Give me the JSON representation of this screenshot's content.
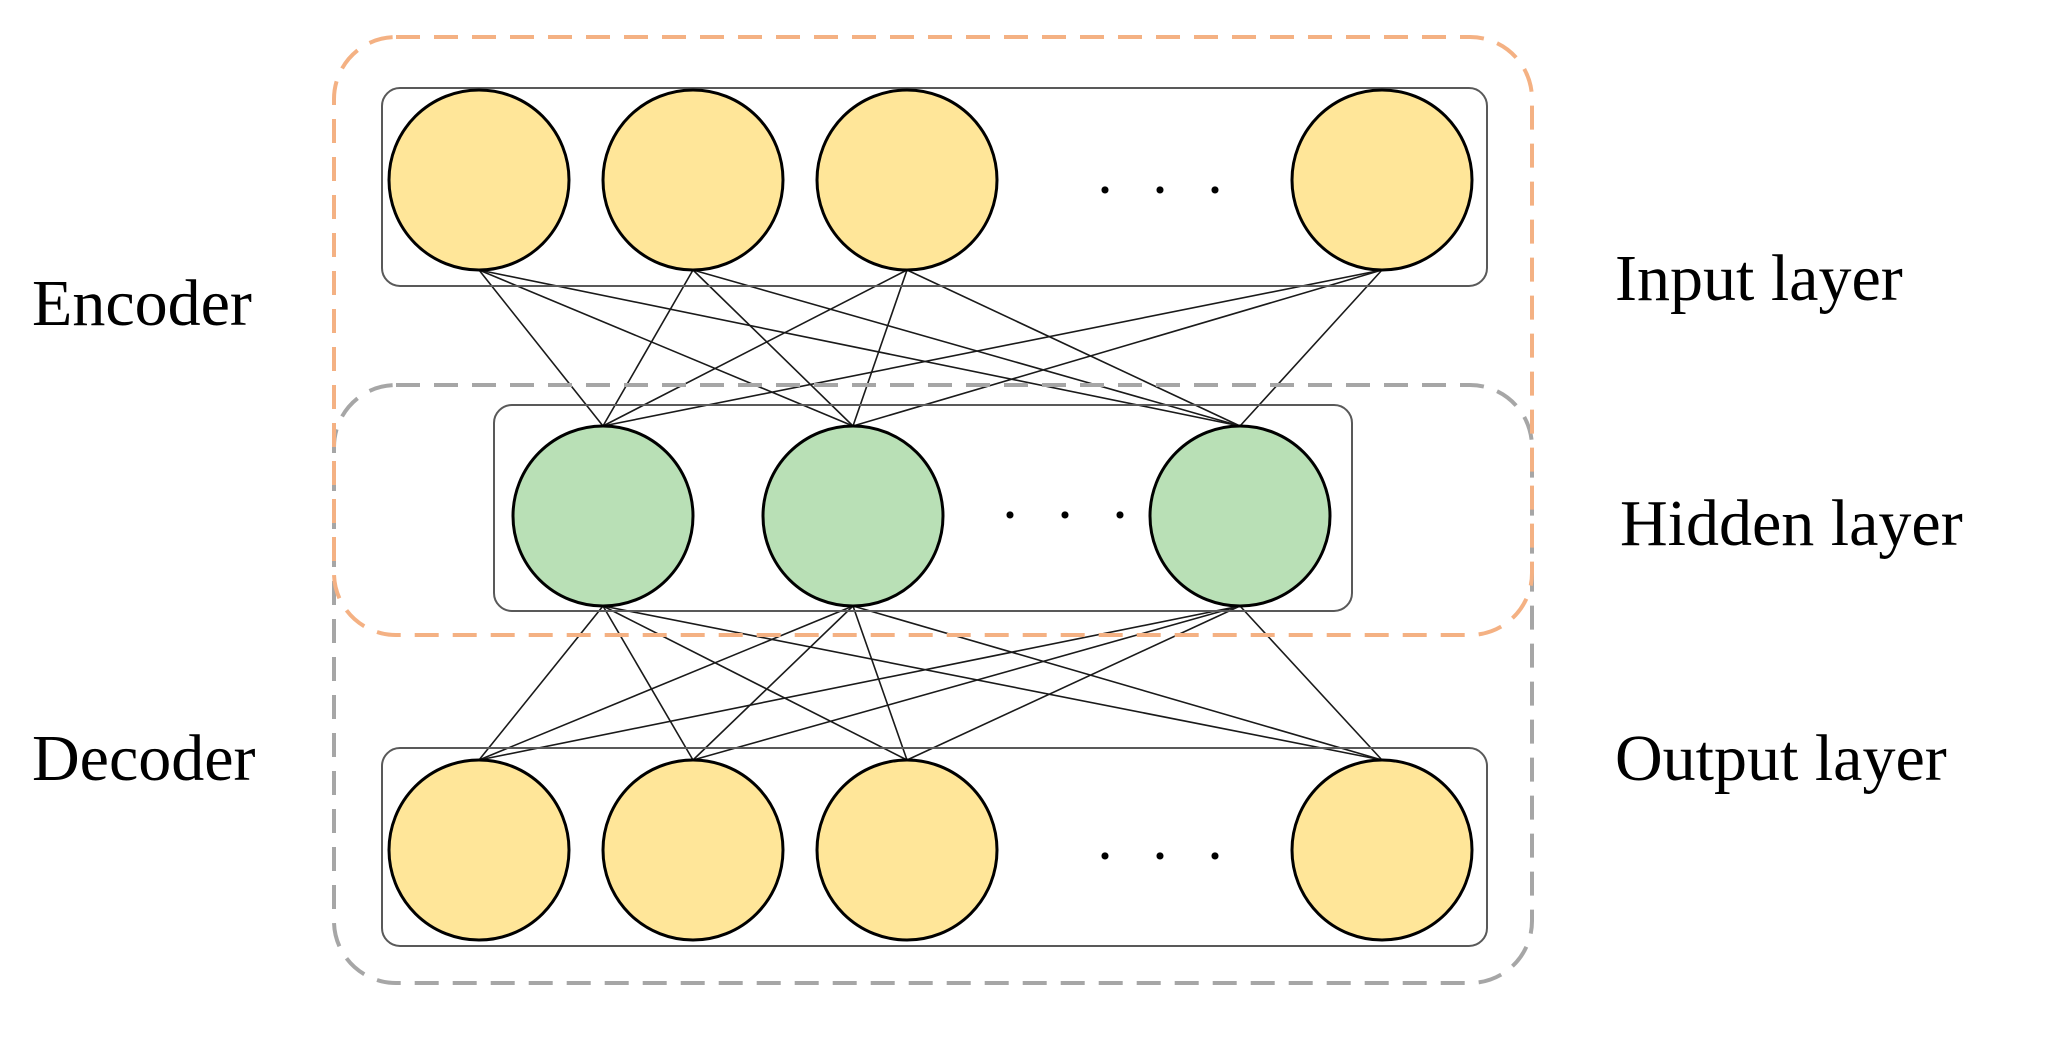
{
  "labels": {
    "encoder": "Encoder",
    "decoder": "Decoder",
    "input_layer": "Input layer",
    "hidden_layer": "Hidden layer",
    "output_layer": "Output layer"
  },
  "ellipsis": "· · ·",
  "colors": {
    "input_node_fill": "#FFE699",
    "hidden_node_fill": "#B9E0B6",
    "output_node_fill": "#FFE699",
    "node_stroke": "#000000",
    "encoder_border": "#F4B183",
    "decoder_border": "#A6A6A6",
    "layer_box_stroke": "#595959",
    "connection_stroke": "#1a1a1a"
  }
}
